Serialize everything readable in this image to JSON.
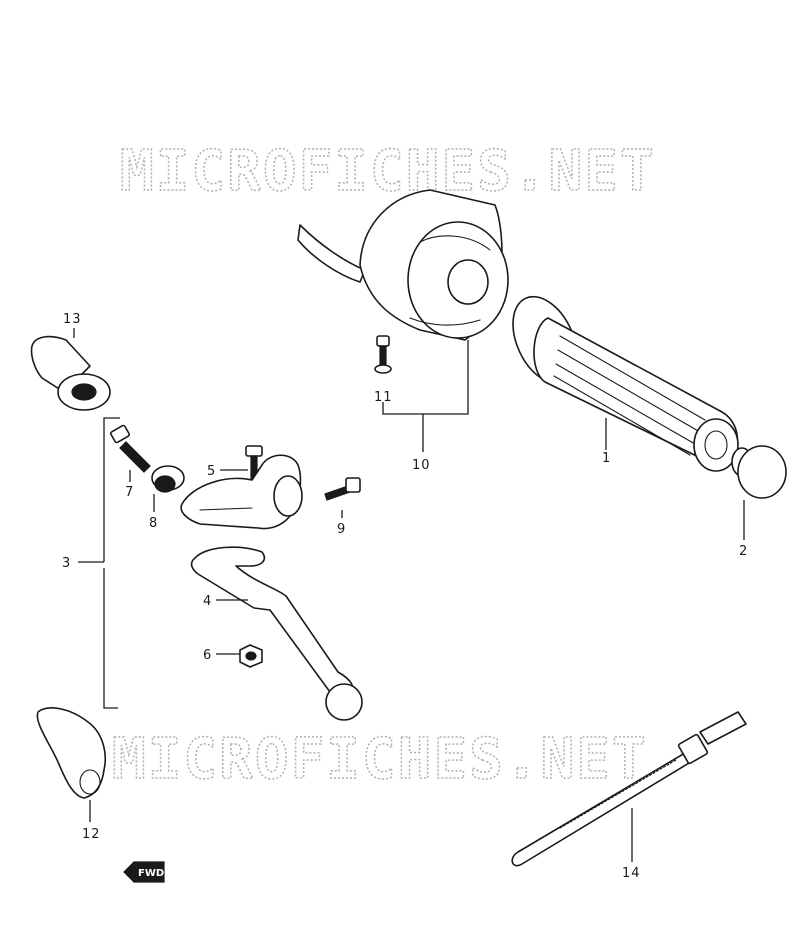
{
  "watermark": "MICROFICHES.NET",
  "fwd_label": "FWD",
  "callouts": {
    "c1": "1",
    "c2": "2",
    "c3": "3",
    "c4": "4",
    "c5": "5",
    "c6": "6",
    "c7": "7",
    "c8": "8",
    "c9": "9",
    "c10": "10",
    "c11": "11",
    "c12": "12",
    "c13": "13",
    "c14": "14"
  }
}
